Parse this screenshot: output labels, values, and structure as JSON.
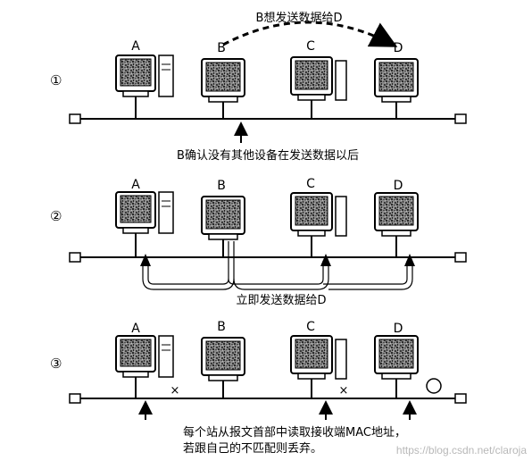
{
  "computer_labels": [
    "A",
    "B",
    "C",
    "D"
  ],
  "panels": [
    {
      "step": "①",
      "annotation": "B想发送数据给D",
      "caption": "B确认没有其他设备在发送数据以后"
    },
    {
      "step": "②",
      "caption": "立即发送数据给D"
    },
    {
      "step": "③",
      "caption_line1": "每个站从报文首部中读取接收端MAC地址，",
      "caption_line2": "若跟自己的不匹配则丢弃。",
      "reject_mark": "×"
    }
  ],
  "watermark": "https://blog.csdn.net/claroja"
}
